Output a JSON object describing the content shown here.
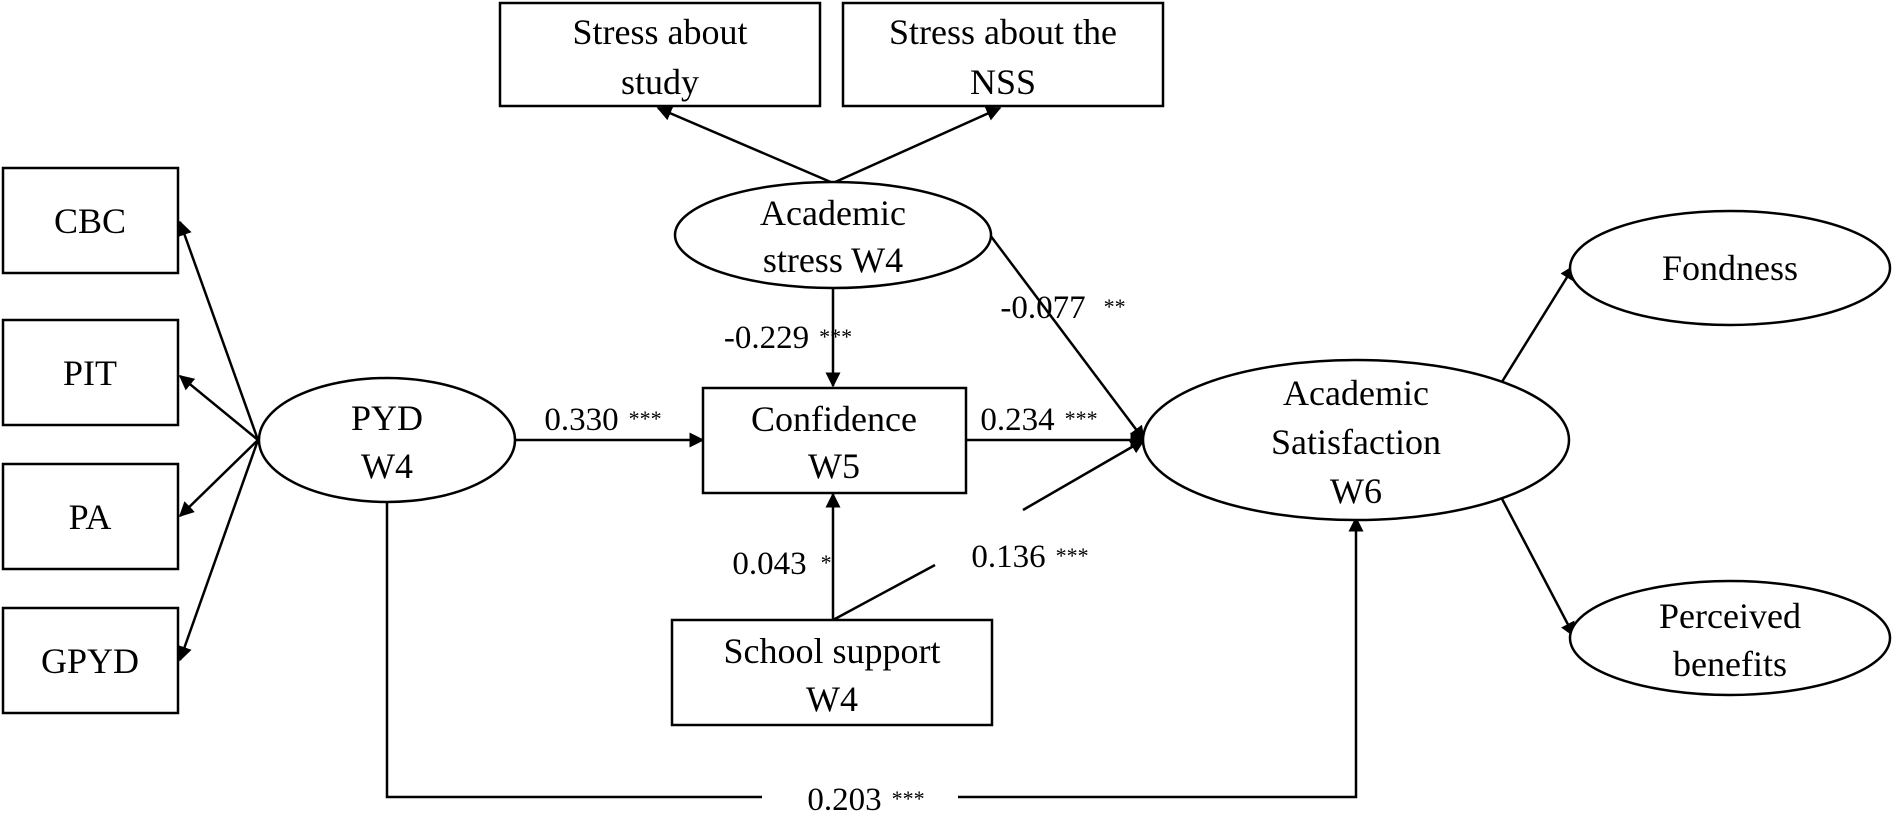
{
  "nodes": {
    "stress_study": {
      "lines": [
        "Stress about",
        "study"
      ]
    },
    "stress_nss": {
      "lines": [
        "Stress about the",
        "NSS"
      ]
    },
    "cbc": {
      "lines": [
        "CBC"
      ]
    },
    "pit": {
      "lines": [
        "PIT"
      ]
    },
    "pa": {
      "lines": [
        "PA"
      ]
    },
    "gpyd": {
      "lines": [
        "GPYD"
      ]
    },
    "academic_stress": {
      "lines": [
        "Academic",
        "stress W4"
      ]
    },
    "pyd": {
      "lines": [
        "PYD",
        "W4"
      ]
    },
    "confidence": {
      "lines": [
        "Confidence",
        "W5"
      ]
    },
    "school_support": {
      "lines": [
        "School support",
        "W4"
      ]
    },
    "academic_satisfaction": {
      "lines": [
        "Academic",
        "Satisfaction",
        "W6"
      ]
    },
    "fondness": {
      "lines": [
        "Fondness"
      ]
    },
    "perceived_benefits": {
      "lines": [
        "Perceived",
        "benefits"
      ]
    }
  },
  "paths": {
    "stress_to_confidence": {
      "value": "-0.229",
      "stars": "***"
    },
    "stress_to_satisfaction": {
      "value": "-0.077",
      "stars": "**"
    },
    "pyd_to_confidence": {
      "value": "0.330",
      "stars": "***"
    },
    "confidence_to_satisfaction": {
      "value": "0.234",
      "stars": "***"
    },
    "support_to_confidence": {
      "value": "0.043",
      "stars": "*"
    },
    "support_to_satisfaction": {
      "value": "0.136",
      "stars": "***"
    },
    "pyd_to_satisfaction": {
      "value": "0.203",
      "stars": "***"
    }
  }
}
